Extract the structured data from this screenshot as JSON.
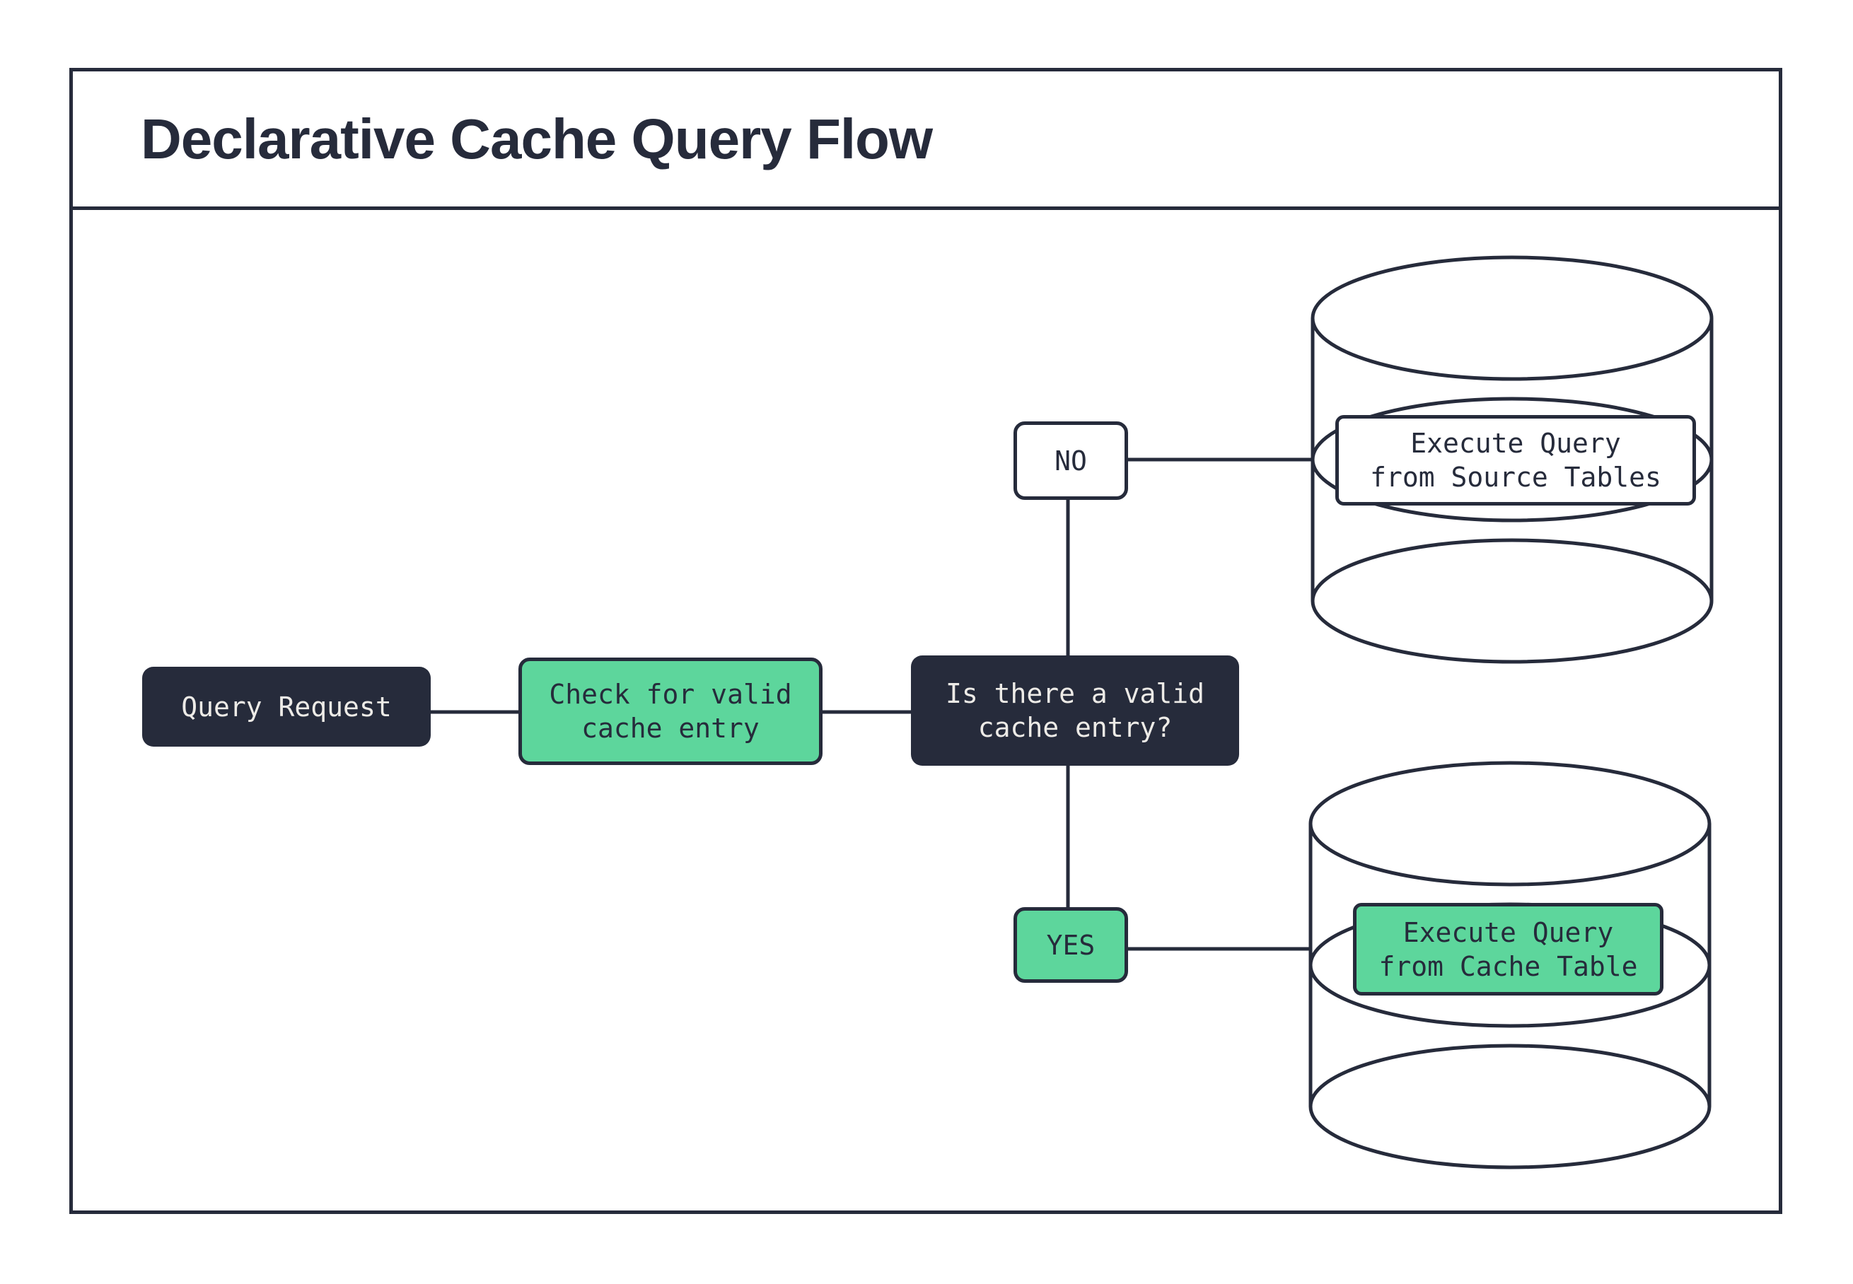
{
  "title": "Declarative Cache Query Flow",
  "colors": {
    "dark_navy": "#262B3B",
    "green": "#5DD69C",
    "light_text": "#EDEBE7",
    "background": "#FFFFFF"
  },
  "nodes": {
    "query_request": {
      "label": "Query Request"
    },
    "check_cache": {
      "line1": "Check for valid",
      "line2": "cache entry"
    },
    "decision": {
      "line1": "Is there a valid",
      "line2": "cache entry?"
    },
    "no_branch": {
      "label": "NO"
    },
    "yes_branch": {
      "label": "YES"
    },
    "source_db": {
      "line1": "Execute Query",
      "line2": "from Source Tables"
    },
    "cache_db": {
      "line1": "Execute Query",
      "line2": "from Cache Table"
    }
  },
  "edges": [
    {
      "from": "query_request",
      "to": "check_cache"
    },
    {
      "from": "check_cache",
      "to": "decision"
    },
    {
      "from": "decision",
      "to": "no_branch"
    },
    {
      "from": "no_branch",
      "to": "source_db"
    },
    {
      "from": "decision",
      "to": "yes_branch"
    },
    {
      "from": "yes_branch",
      "to": "cache_db"
    }
  ]
}
